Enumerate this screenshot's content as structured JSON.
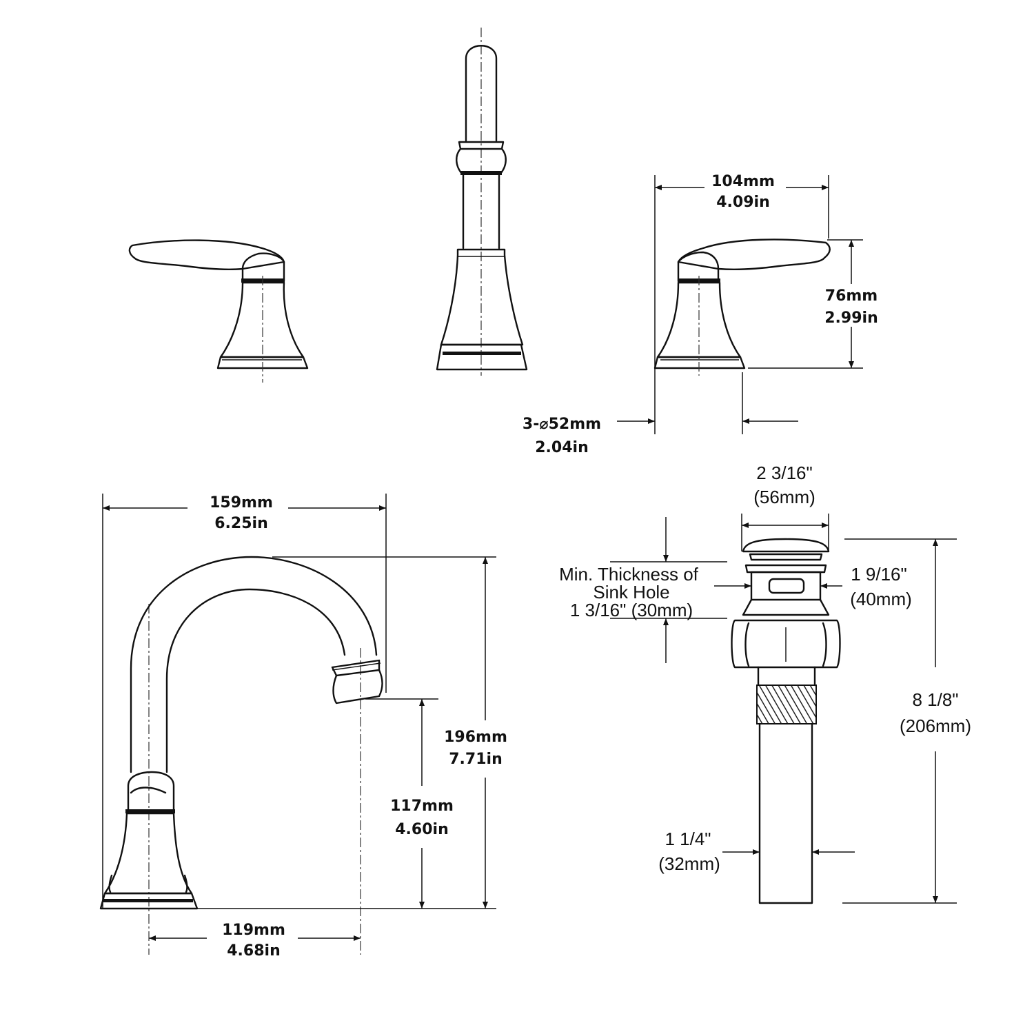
{
  "dimensions": {
    "handle_width": {
      "mm": "104mm",
      "in": "4.09in"
    },
    "handle_height": {
      "mm": "76mm",
      "in": "2.99in"
    },
    "hole_diameter": {
      "mm": "3-⌀52mm",
      "in": "2.04in"
    },
    "spout_reach": {
      "mm": "159mm",
      "in": "6.25in"
    },
    "spout_height": {
      "mm": "196mm",
      "in": "7.71in"
    },
    "spout_clearance": {
      "mm": "117mm",
      "in": "4.60in"
    },
    "spout_center": {
      "mm": "119mm",
      "in": "4.68in"
    },
    "drain_cap_width": {
      "in": "2 3/16\"",
      "mm": "(56mm)"
    },
    "drain_body_width": {
      "in": "1 9/16\"",
      "mm": "(40mm)"
    },
    "drain_length": {
      "in": "8 1/8\"",
      "mm": "(206mm)"
    },
    "drain_tail_width": {
      "in": "1 1/4\"",
      "mm": "(32mm)"
    },
    "sink_hole_note": {
      "line1": "Min. Thickness of",
      "line2": "Sink Hole",
      "line3": "1 3/16\" (30mm)"
    }
  }
}
